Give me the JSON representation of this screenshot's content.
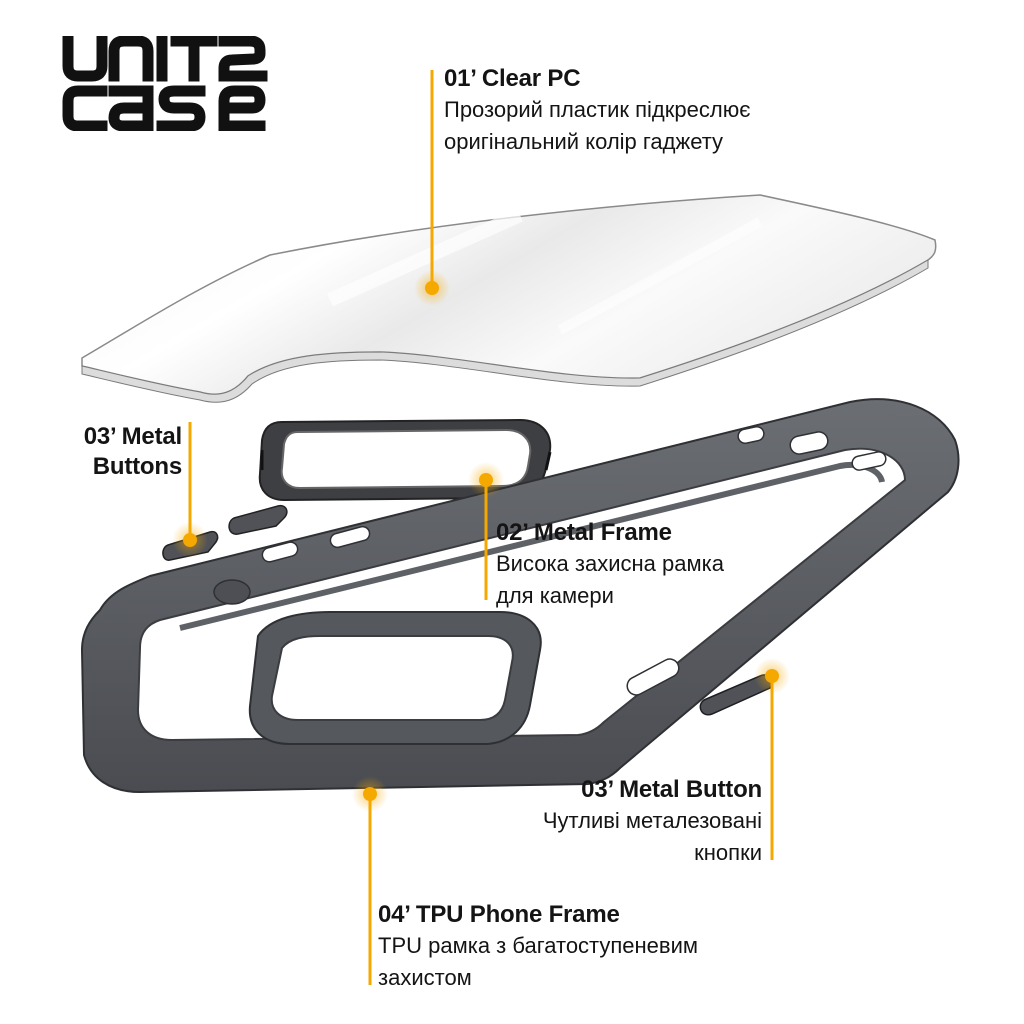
{
  "brand": {
    "logo_line1": "UNIT2",
    "logo_line2": "CASE"
  },
  "accent_color": "#F5A800",
  "callouts": [
    {
      "title": "01’ Clear PC",
      "description_lines": [
        "Прозорий пластик підкреслює",
        "оригінальний колір гаджету"
      ]
    },
    {
      "title": "02’ Metal Frame",
      "description_lines": [
        "Висока захисна рамка",
        "для камери"
      ]
    },
    {
      "title_lines": [
        "03’ Metal",
        "Buttons"
      ]
    },
    {
      "title": "03’ Metal Button",
      "description_lines": [
        "Чутливі металезовані",
        "кнопки"
      ]
    },
    {
      "title": "04’ TPU Phone Frame",
      "description_lines": [
        "TPU рамка з багатоступеневим",
        "захистом"
      ]
    }
  ],
  "parts": [
    "clear-pc-back-panel",
    "metal-camera-frame",
    "metal-buttons",
    "tpu-phone-frame",
    "metal-side-button"
  ]
}
